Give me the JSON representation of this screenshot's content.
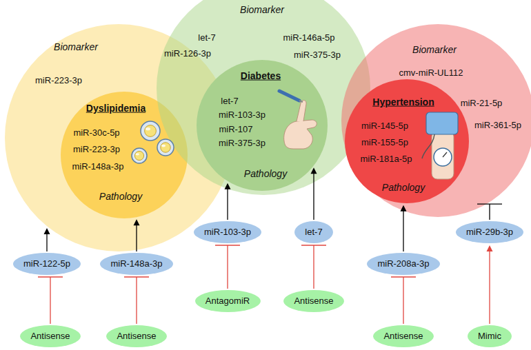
{
  "diagram": {
    "nodes": [
      {
        "text": [
          "Biomarker",
          "miR-223-3p"
        ]
      },
      {
        "text": [
          "Dyslipidemia",
          "miR-30c-5p",
          "miR-223-3p",
          "miR-148a-3p",
          "Pathology"
        ],
        "in": 0
      },
      {
        "text": [
          "Biomarker",
          "let-7",
          "miR-126-3p",
          "miR-146a-5p",
          "miR-375-3p"
        ]
      },
      {
        "text": [
          "Diabetes",
          "let-7",
          "miR-103-3p",
          "miR-107",
          "miR-375-3p",
          "Pathology"
        ],
        "in": 2
      },
      {
        "text": [
          "Biomarker",
          "cmv-miR-UL112",
          "miR-21-5p",
          "miR-361-5p"
        ]
      },
      {
        "text": [
          "Hypertension",
          "miR-145-5p",
          "miR-155-5p",
          "miR-181a-5p",
          "Pathology"
        ],
        "in": 4
      },
      {
        "text": [
          "miR-122-5p"
        ]
      },
      {
        "text": [
          "miR-148a-3p"
        ]
      },
      {
        "text": [
          "miR-103-3p"
        ]
      },
      {
        "text": [
          "let-7"
        ]
      },
      {
        "text": [
          "miR-208a-3p"
        ]
      },
      {
        "text": [
          "miR-29b-3p"
        ]
      },
      {
        "text": [
          "Antisense"
        ]
      },
      {
        "text": [
          "Antisense"
        ]
      },
      {
        "text": [
          "AntagomiR"
        ]
      },
      {
        "text": [
          "Antisense"
        ]
      },
      {
        "text": [
          "Antisense"
        ]
      },
      {
        "text": [
          "Mimic"
        ]
      }
    ],
    "edges": [
      {
        "from": 6,
        "to": 0,
        "arrow": "to"
      },
      {
        "from": 7,
        "to": 1,
        "arrow": "to"
      },
      {
        "from": 8,
        "to": 3,
        "arrow": "to"
      },
      {
        "from": 9,
        "to": 3,
        "arrow": "to"
      },
      {
        "from": 10,
        "to": 5,
        "arrow": "to"
      },
      {
        "from": 11,
        "to": 4,
        "arrow": "to"
      },
      {
        "from": 12,
        "to": 6,
        "arrow": "to"
      },
      {
        "from": 13,
        "to": 7,
        "arrow": "to"
      },
      {
        "from": 14,
        "to": 8,
        "arrow": "to"
      },
      {
        "from": 15,
        "to": 9,
        "arrow": "to"
      },
      {
        "from": 16,
        "to": 10,
        "arrow": "to"
      },
      {
        "from": 17,
        "to": 11,
        "arrow": "to"
      }
    ]
  }
}
